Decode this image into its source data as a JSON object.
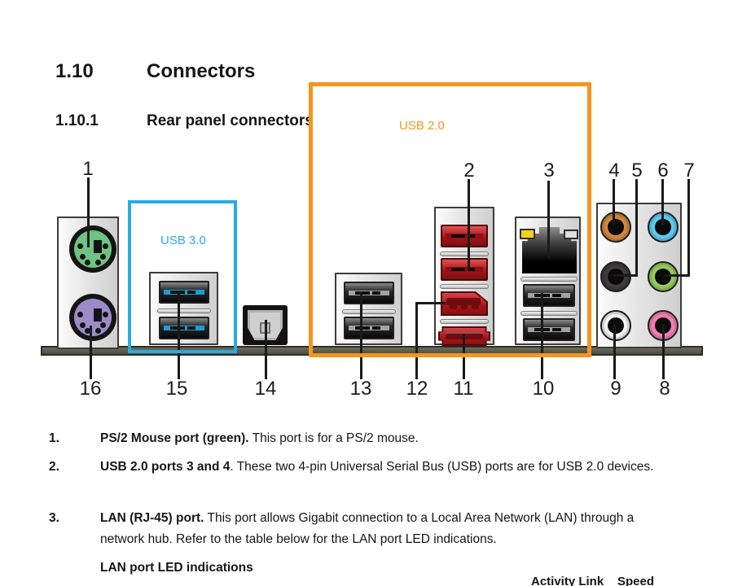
{
  "page": {
    "section_number": "1.10",
    "section_title": "Connectors",
    "subsection_number": "1.10.1",
    "subsection_title": "Rear panel connectors"
  },
  "diagram": {
    "usb3_annotation": {
      "label": "USB 3.0",
      "color": "#29ABE2"
    },
    "usb2_annotation": {
      "label": "USB 2.0",
      "color": "#F7941E"
    },
    "labels": {
      "p1": "1",
      "p2": "2",
      "p3": "3",
      "p4": "4",
      "p5": "5",
      "p6": "6",
      "p7": "7",
      "p8": "8",
      "p9": "9",
      "p10": "10",
      "p11": "11",
      "p12": "12",
      "p13": "13",
      "p14": "14",
      "p15": "15",
      "p16": "16"
    },
    "colors": {
      "ps2_mouse_green": "#6EC482",
      "ps2_keyboard_purple": "#9B8CC8",
      "usb3_tongue_blue": "#1E9CD7",
      "port_red": "#C1272D",
      "lan_led_yellow": "#F7D117",
      "audio_center_orange": "#D1873D",
      "audio_line_in_blue": "#5FC9F0",
      "audio_rear_black": "#403C3D",
      "audio_line_out_green": "#97C95D",
      "audio_side_gray": "#F2F2F2",
      "audio_mic_pink": "#F07FB2",
      "bracket_olive": "#5D5D4F"
    }
  },
  "items": [
    {
      "num": "1.",
      "bold": "PS/2 Mouse port (green).",
      "rest": " This port is for a PS/2 mouse."
    },
    {
      "num": "2.",
      "bold": "USB 2.0 ports 3 and 4",
      "rest": ". These two 4-pin Universal Serial Bus (USB) ports are for USB 2.0 devices."
    },
    {
      "num": "3.",
      "bold": "LAN (RJ-45) port.",
      "rest": " This port allows Gigabit connection to a Local Area Network (LAN) through a network hub. Refer to the table below for the LAN port LED indications."
    }
  ],
  "lan_table": {
    "heading": "LAN port LED indications",
    "partial_headers": {
      "activity": "Activity Link",
      "speed": "Speed"
    }
  }
}
